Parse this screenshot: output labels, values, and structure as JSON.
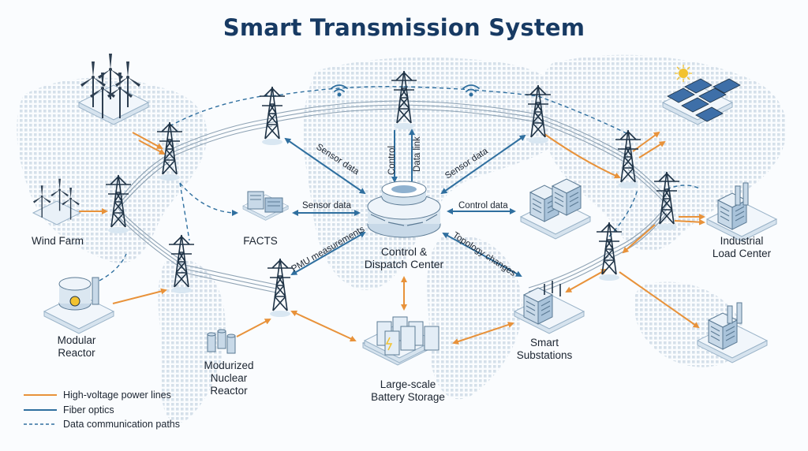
{
  "title": "Smart Transmission System",
  "nodes": {
    "wind_farm": "Wind Farm",
    "facts": "FACTS",
    "control_center": "Control &\nDispatch Center",
    "modular_reactor": "Modular\nReactor",
    "modurized_reactor": "Modurized\nNuclear\nReactor",
    "battery_storage": "Large-scale\nBattery Storage",
    "smart_substations": "Smart\nSubstations",
    "industrial_load": "Industrial\nLoad Center"
  },
  "link_labels": {
    "sensor_data_left": "Sensor data",
    "control": "Control",
    "data_link": "Data link",
    "sensor_data_right": "Sensor data",
    "sensor_data_facts": "Sensor data",
    "control_data": "Control data",
    "pmu": "PMU measurements",
    "topology": "Topology changes"
  },
  "legend": [
    {
      "label": "High-voltage power lines",
      "color": "#e8923a",
      "style": "solid"
    },
    {
      "label": "Fiber optics",
      "color": "#2f6f9f",
      "style": "solid"
    },
    {
      "label": "Data communication paths",
      "color": "#2f6f9f",
      "style": "dashed"
    }
  ],
  "colors": {
    "power": "#e8923a",
    "fiber": "#2f6f9f",
    "title": "#173a63",
    "tower": "#1f3346"
  }
}
